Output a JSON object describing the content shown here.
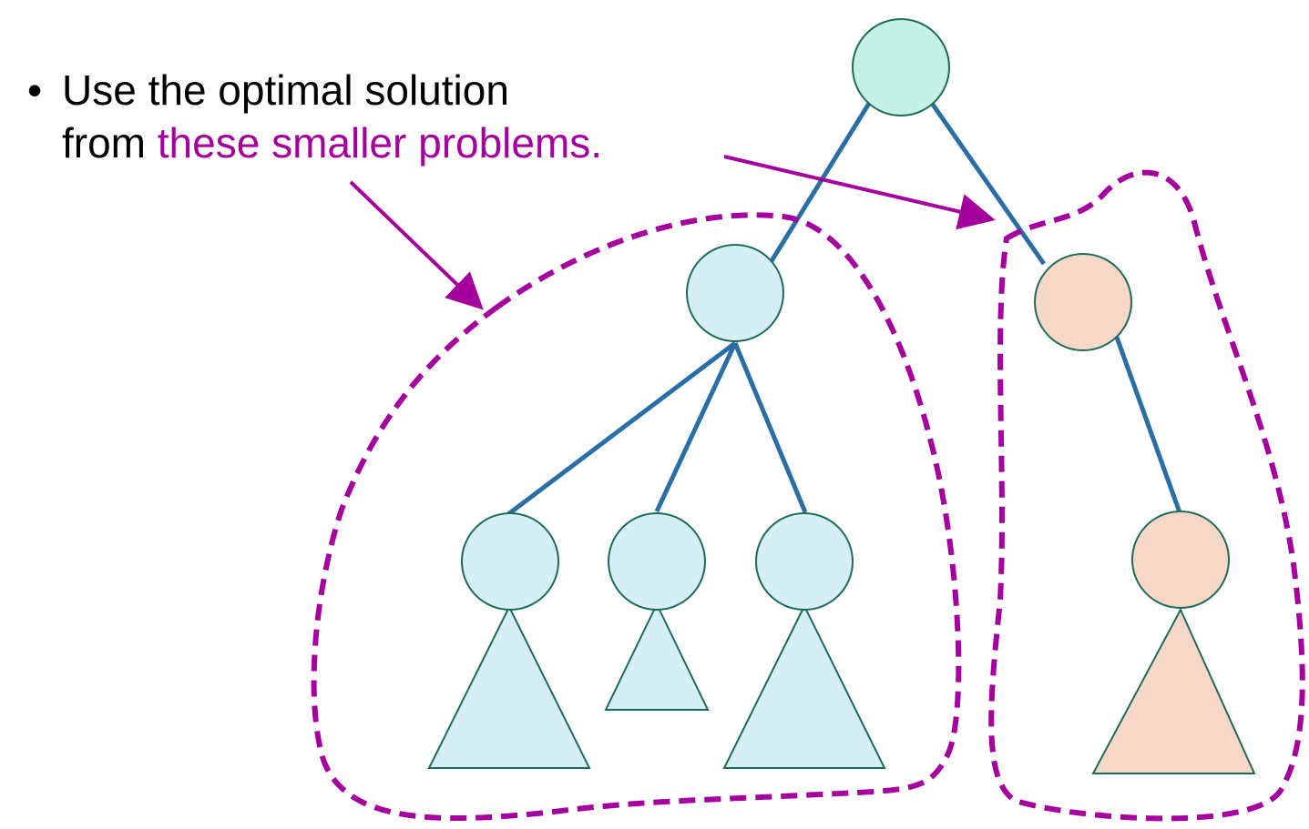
{
  "bullet": {
    "marker": "•",
    "line1": "Use the optimal solution",
    "line2_prefix": "from ",
    "line2_highlight": "these smaller problems."
  },
  "colors": {
    "text": "#000000",
    "highlight": "#a5009e",
    "edge": "#2a6ea6",
    "node_outline": "#1d6b56",
    "root_fill": "#c4f1e4",
    "left_subtree_fill": "#d6eef5",
    "right_subtree_fill": "#f7d7c7",
    "group_outline": "#a5009e"
  },
  "tree": {
    "root": {
      "name": "root-node"
    },
    "left_subtree": {
      "nodes": 4,
      "triangles": 3
    },
    "right_subtree": {
      "nodes": 2,
      "triangles": 1
    }
  }
}
